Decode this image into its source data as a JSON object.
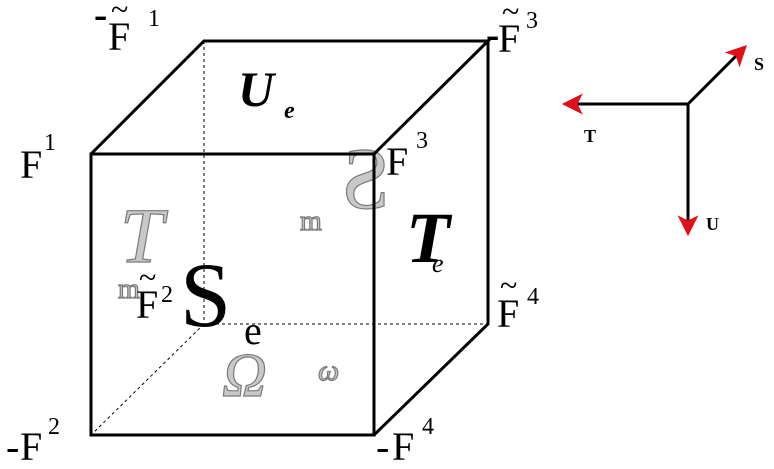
{
  "vertex_labels": {
    "top_back_left": {
      "base": "F",
      "prefix": "-",
      "tilde": "~",
      "sup": "1"
    },
    "top_back_right": {
      "base": "F",
      "prefix": "-",
      "tilde": "~",
      "sup": "3"
    },
    "top_front_left": {
      "base": "F",
      "sup": "1"
    },
    "top_front_right": {
      "base": "F",
      "sup": "3"
    },
    "bottom_back_left": {
      "base": "F",
      "tilde": "~",
      "sup": "2"
    },
    "bottom_back_right": {
      "base": "F",
      "tilde": "~",
      "sup": "4"
    },
    "bottom_front_left": {
      "base": "F",
      "prefix": "-",
      "sup": "2"
    },
    "bottom_front_right": {
      "base": "F",
      "prefix": "- ",
      "sup": "4"
    }
  },
  "face_labels": {
    "front": {
      "base": "S",
      "sub": "e"
    },
    "top": {
      "base": "U",
      "sub": "e"
    },
    "right": {
      "base": "T",
      "sub": "e"
    },
    "left_ghost": {
      "base": "T",
      "sub": "m"
    },
    "back_ghost": {
      "base": "S",
      "sub": "m"
    },
    "bottom_ghost": {
      "base": "Ω",
      "sup": "ω"
    }
  },
  "axes": {
    "s_label": "S",
    "t_label": "T",
    "u_label": "U",
    "arrow_color": "#e0101a"
  }
}
